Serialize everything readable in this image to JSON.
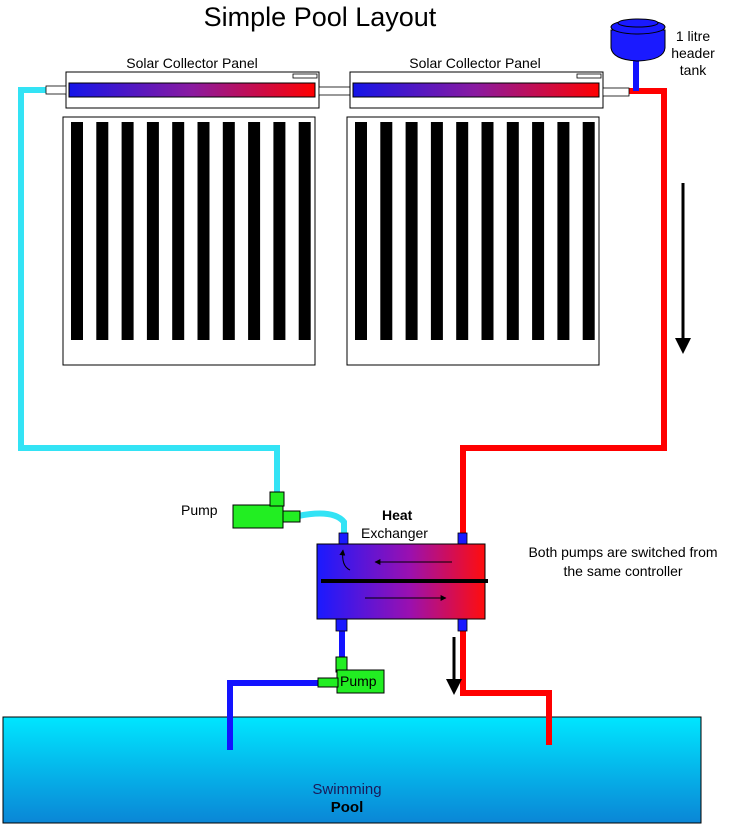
{
  "title": "Simple Pool Layout",
  "panels": [
    {
      "label": "Solar Collector Panel"
    },
    {
      "label": "Solar Collector Panel"
    }
  ],
  "header_tank": {
    "lines": [
      "1 litre",
      "header",
      "tank"
    ]
  },
  "pumps": [
    {
      "label": "Pump"
    },
    {
      "label": "Pump"
    }
  ],
  "heat_exchanger": {
    "label_bold": "Heat",
    "label": "Exchanger"
  },
  "note": {
    "lines": [
      "Both pumps are switched from",
      "the same controller"
    ]
  },
  "pool": {
    "line1": "Swimming",
    "line2": "Pool"
  },
  "colors": {
    "cold_pipe": "#33e3f5",
    "hot_pipe": "#ff0000",
    "pool_pipe": "#1313ff",
    "pump": "#22ee22",
    "pool_top": "#00e4ff",
    "pool_bottom": "#0b8ad8",
    "absorber": "#000000"
  }
}
